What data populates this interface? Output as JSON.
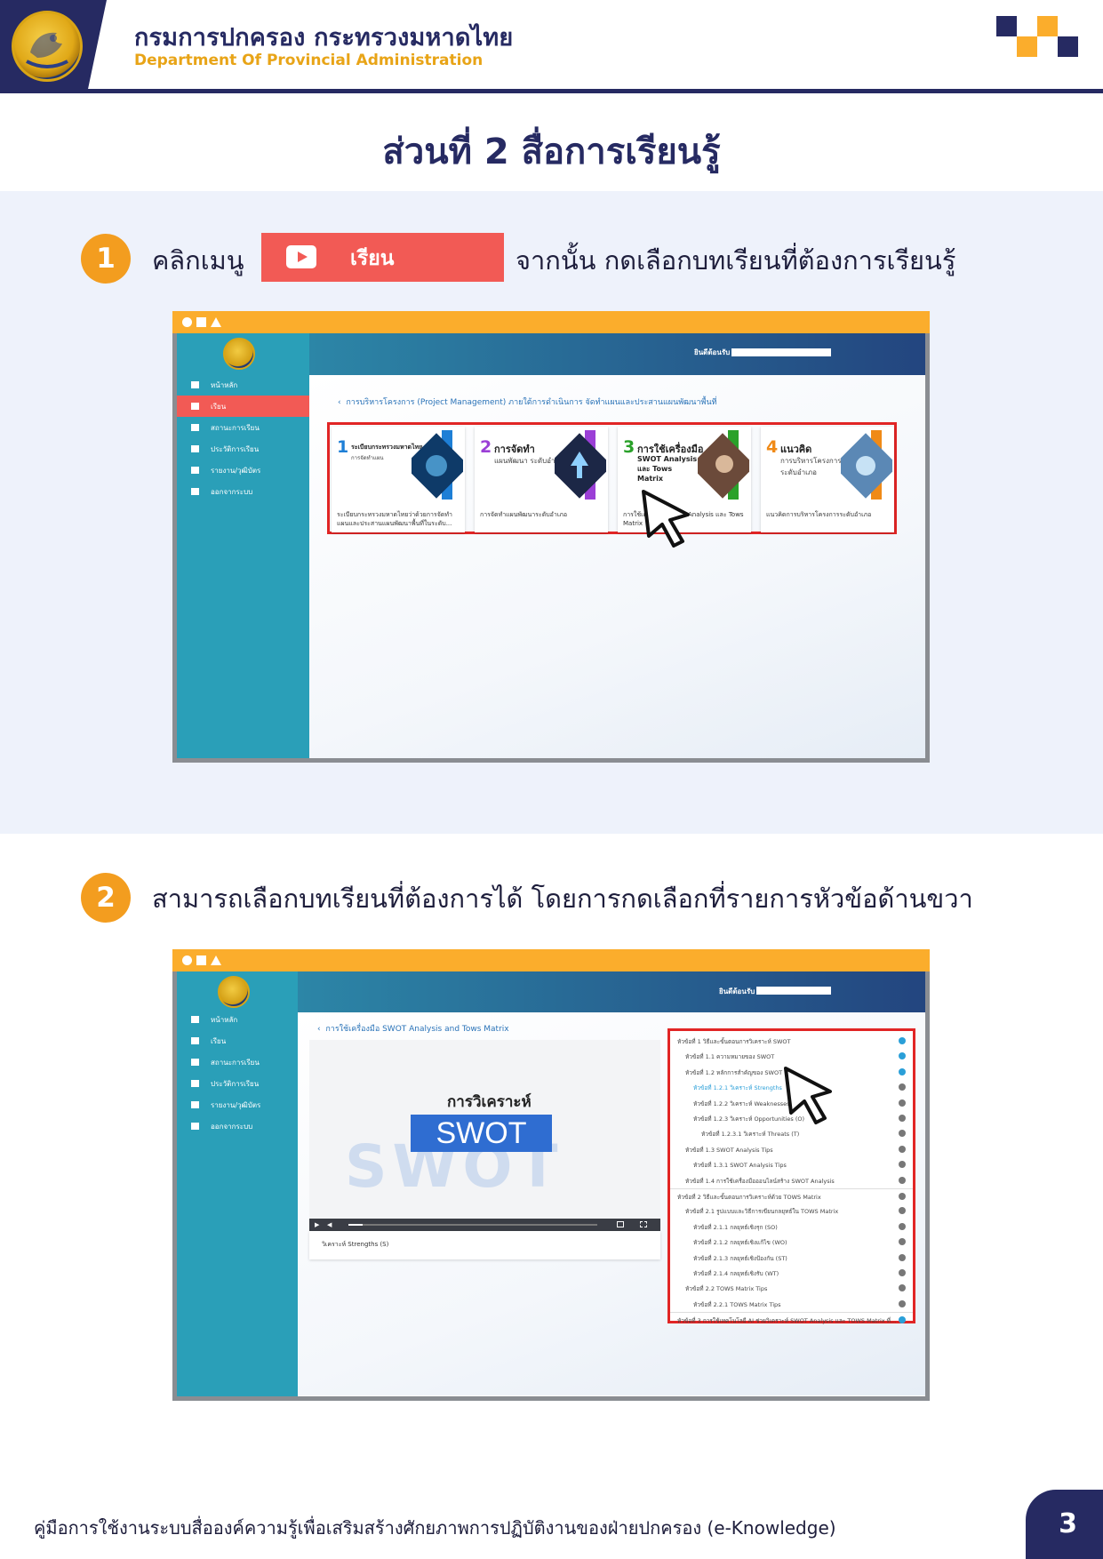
{
  "header": {
    "org_th": "กรมการปกครอง กระทรวงมหาดไทย",
    "org_en": "Department Of Provincial Administration",
    "colors": {
      "navy": "#262a62",
      "gold": "#e8a417"
    }
  },
  "title": "ส่วนที่ 2  สื่อการเรียนรู้",
  "step1": {
    "number": "1",
    "text_before": "คลิกเมนู",
    "menu_label": "เรียน",
    "text_after": "จากนั้น กดเลือกบทเรียนที่ต้องการเรียนรู้"
  },
  "app": {
    "welcome": "ยินดีต้อนรับ ,",
    "nav": [
      "หน้าหลัก",
      "เรียน",
      "สถานะการเรียน",
      "ประวัติการเรียน",
      "รายงาน/วุฒิบัตร",
      "ออกจากระบบ"
    ]
  },
  "screen1": {
    "breadcrumb": "การบริหารโครงการ (Project Management) ภายใต้การดำเนินการ จัดทำแผนและประสานแผนพัฒนาพื้นที่",
    "cards": [
      {
        "num": "1",
        "line1": "ระเบียบกระทรวงมหาดไทย",
        "line2": "การจัดทำแผน",
        "caption": "ระเบียบกระทรวงมหาดไทยว่าด้วยการจัดทำแผนและประสานแผนพัฒนาพื้นที่ในระดับ...",
        "color": "#1e7fd6"
      },
      {
        "num": "2",
        "line1": "การจัดทำ",
        "line2": "แผนพัฒนา ระดับอำเภอ",
        "caption": "การจัดทำแผนพัฒนาระดับอำเภอ",
        "color": "#9b3fd6"
      },
      {
        "num": "3",
        "line1": "การใช้เครื่องมือ",
        "line2": "SWOT Analysis และ Tows Matrix",
        "caption": "การใช้เครื่องมือ SWOT Analysis และ Tows Matrix",
        "color": "#2aa12a"
      },
      {
        "num": "4",
        "line1": "แนวคิด",
        "line2": "การบริหารโครงการ ระดับอำเภอ",
        "caption": "แนวคิดการบริหารโครงการระดับอำเภอ",
        "color": "#f08a17"
      }
    ]
  },
  "step2": {
    "number": "2",
    "text": "สามารถเลือกบทเรียนที่ต้องการได้ โดยการกดเลือกที่รายการหัวข้อด้านขวา"
  },
  "screen2": {
    "breadcrumb": "การใช้เครื่องมือ SWOT Analysis and Tows Matrix",
    "video_heading": "การวิเคราะห์",
    "video_title": "SWOT",
    "video_caption": "วิเคราะห์ Strengths (S)",
    "toc": [
      {
        "label": "หัวข้อที่ 1 วิธีและขั้นตอนการวิเคราะห์ SWOT",
        "level": 0,
        "done": true
      },
      {
        "label": "หัวข้อที่ 1.1 ความหมายของ SWOT",
        "level": 1,
        "done": true
      },
      {
        "label": "หัวข้อที่ 1.2 หลักการสำคัญของ SWOT",
        "level": 1,
        "done": true
      },
      {
        "label": "หัวข้อที่ 1.2.1 วิเคราะห์ Strengths",
        "level": 2,
        "done": false,
        "active": true
      },
      {
        "label": "หัวข้อที่ 1.2.2 วิเคราะห์ Weaknesses",
        "level": 2,
        "done": false
      },
      {
        "label": "หัวข้อที่ 1.2.3 วิเคราะห์ Opportunities (O)",
        "level": 2,
        "done": false
      },
      {
        "label": "หัวข้อที่ 1.2.3.1 วิเคราะห์ Threats (T)",
        "level": 3,
        "done": false
      },
      {
        "label": "หัวข้อที่ 1.3 SWOT Analysis Tips",
        "level": 1,
        "done": false
      },
      {
        "label": "หัวข้อที่ 1.3.1 SWOT Analysis Tips",
        "level": 2,
        "done": false
      },
      {
        "label": "หัวข้อที่ 1.4 การใช้เครื่องมือออนไลน์สร้าง SWOT Analysis",
        "level": 1,
        "done": false
      },
      {
        "label": "หัวข้อที่ 2 วิธีและขั้นตอนการวิเคราะห์ด้วย TOWS Matrix",
        "level": 0,
        "done": false
      },
      {
        "label": "หัวข้อที่ 2.1 รูปแบบและวิธีการเขียนกลยุทธ์ใน TOWS Matrix",
        "level": 1,
        "done": false
      },
      {
        "label": "หัวข้อที่ 2.1.1 กลยุทธ์เชิงรุก (SO)",
        "level": 2,
        "done": false
      },
      {
        "label": "หัวข้อที่ 2.1.2 กลยุทธ์เชิงแก้ไข (WO)",
        "level": 2,
        "done": false
      },
      {
        "label": "หัวข้อที่ 2.1.3 กลยุทธ์เชิงป้องกัน (ST)",
        "level": 2,
        "done": false
      },
      {
        "label": "หัวข้อที่ 2.1.4 กลยุทธ์เชิงรับ (WT)",
        "level": 2,
        "done": false
      },
      {
        "label": "หัวข้อที่ 2.2 TOWS Matrix Tips",
        "level": 1,
        "done": false
      },
      {
        "label": "หัวข้อที่ 2.2.1 TOWS Matrix Tips",
        "level": 2,
        "done": false
      },
      {
        "label": "หัวข้อที่ 3 การใช้เทคโนโลยี AI ช่วยวิเคราะห์ SWOT Analysis และ TOWS Matrix ที่...",
        "level": 0,
        "done": true
      }
    ]
  },
  "footer": {
    "text": "คู่มือการใช้งานระบบสื่อองค์ความรู้เพื่อเสริมสร้างศักยภาพการปฏิบัติงานของฝ่ายปกครอง  (e-Knowledge)",
    "page": "3"
  }
}
